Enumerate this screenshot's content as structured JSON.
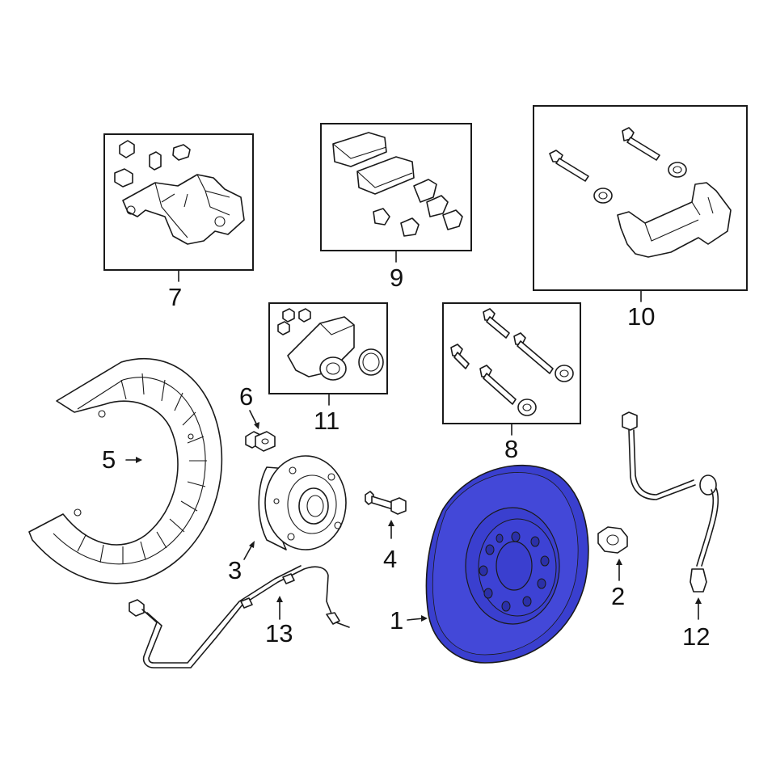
{
  "colors": {
    "rotor_fill": "#3a3fcf",
    "rotor_fill_light": "#5a60e6",
    "line": "#1a1a1a",
    "background": "#ffffff"
  },
  "callouts": [
    {
      "id": "1",
      "label": "1",
      "part": "brake-rotor"
    },
    {
      "id": "2",
      "label": "2",
      "part": "hub-nut"
    },
    {
      "id": "3",
      "label": "3",
      "part": "hub-bearing"
    },
    {
      "id": "4",
      "label": "4",
      "part": "wheel-stud"
    },
    {
      "id": "5",
      "label": "5",
      "part": "splash-shield"
    },
    {
      "id": "6",
      "label": "6",
      "part": "shield-bolt"
    },
    {
      "id": "7",
      "label": "7",
      "part": "caliper-assembly"
    },
    {
      "id": "8",
      "label": "8",
      "part": "guide-pin-kit"
    },
    {
      "id": "9",
      "label": "9",
      "part": "brake-pad-set"
    },
    {
      "id": "10",
      "label": "10",
      "part": "caliper-bracket"
    },
    {
      "id": "11",
      "label": "11",
      "part": "parking-brake-motor"
    },
    {
      "id": "12",
      "label": "12",
      "part": "brake-hose"
    },
    {
      "id": "13",
      "label": "13",
      "part": "abs-sensor"
    }
  ]
}
